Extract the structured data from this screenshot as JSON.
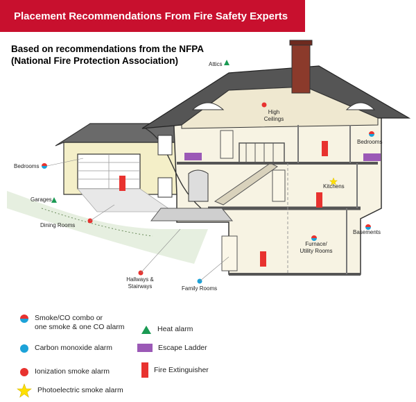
{
  "header": {
    "title": "Placement Recommendations From Fire Safety Experts"
  },
  "intro": {
    "line1": "Based on recommendations from the NFPA",
    "line2": "(National Fire Protection Association)"
  },
  "labels": {
    "attics": "Attics",
    "high_ceilings_1": "High",
    "high_ceilings_2": "Ceilings",
    "bedrooms_right": "Bedrooms",
    "bedrooms_left": "Bedrooms",
    "garages": "Garages",
    "kitchens": "Kitchens",
    "dining_rooms": "Dining Rooms",
    "basements": "Basements",
    "furnace_1": "Furnace/",
    "furnace_2": "Utility Rooms",
    "hallways_1": "Hallways &",
    "hallways_2": "Stairways",
    "family_rooms": "Family Rooms"
  },
  "legend": {
    "combo_1": "Smoke/CO combo or",
    "combo_2": "one smoke & one CO alarm",
    "carbon": "Carbon monoxide alarm",
    "ionization": "Ionization smoke alarm",
    "photoelectric": "Photoelectric smoke alarm",
    "heat": "Heat alarm",
    "ladder": "Escape Ladder",
    "extinguisher": "Fire Extinguisher"
  },
  "colors": {
    "red": "#e8322f",
    "blue": "#1ca2d8",
    "green": "#1a9a53",
    "purple": "#9b59b6",
    "yellow": "#ffe000",
    "banner": "#c8102e"
  }
}
